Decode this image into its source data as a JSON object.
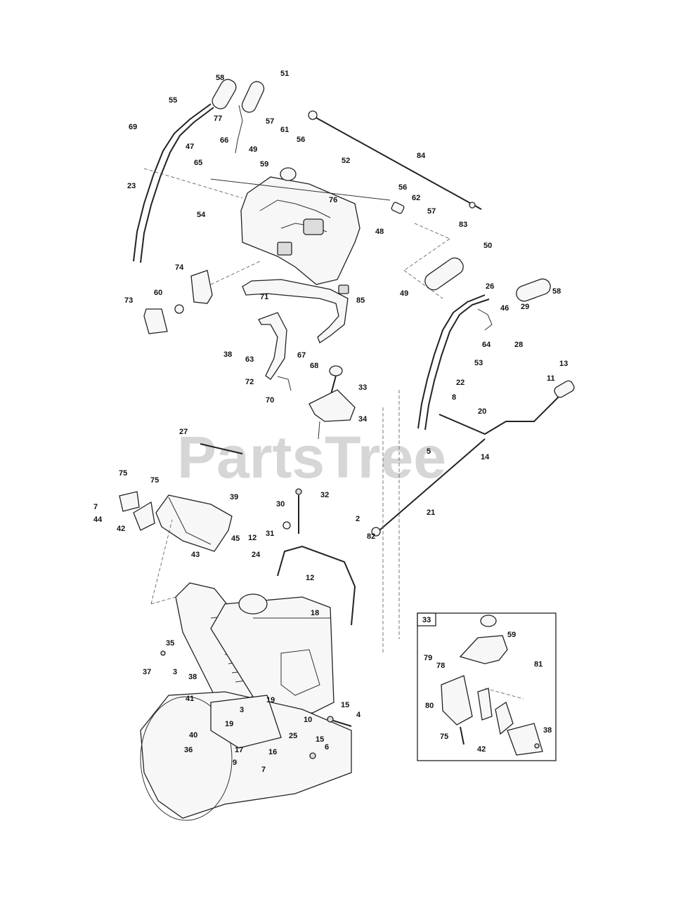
{
  "watermark": "PartsTree",
  "inset": {
    "label": "33"
  },
  "callouts": [
    {
      "id": "58a",
      "text": "58"
    },
    {
      "id": "51",
      "text": "51"
    },
    {
      "id": "55",
      "text": "55"
    },
    {
      "id": "77",
      "text": "77"
    },
    {
      "id": "69",
      "text": "69"
    },
    {
      "id": "57a",
      "text": "57"
    },
    {
      "id": "61",
      "text": "61"
    },
    {
      "id": "66",
      "text": "66"
    },
    {
      "id": "47",
      "text": "47"
    },
    {
      "id": "56a",
      "text": "56"
    },
    {
      "id": "84",
      "text": "84"
    },
    {
      "id": "49a",
      "text": "49"
    },
    {
      "id": "65",
      "text": "65"
    },
    {
      "id": "52",
      "text": "52"
    },
    {
      "id": "59a",
      "text": "59"
    },
    {
      "id": "23",
      "text": "23"
    },
    {
      "id": "56b",
      "text": "56"
    },
    {
      "id": "76",
      "text": "76"
    },
    {
      "id": "62",
      "text": "62"
    },
    {
      "id": "54",
      "text": "54"
    },
    {
      "id": "57b",
      "text": "57"
    },
    {
      "id": "83",
      "text": "83"
    },
    {
      "id": "48",
      "text": "48"
    },
    {
      "id": "50",
      "text": "50"
    },
    {
      "id": "74",
      "text": "74"
    },
    {
      "id": "26",
      "text": "26"
    },
    {
      "id": "58b",
      "text": "58"
    },
    {
      "id": "49b",
      "text": "49"
    },
    {
      "id": "46",
      "text": "46"
    },
    {
      "id": "60",
      "text": "60"
    },
    {
      "id": "71",
      "text": "71"
    },
    {
      "id": "85",
      "text": "85"
    },
    {
      "id": "73",
      "text": "73"
    },
    {
      "id": "29",
      "text": "29"
    },
    {
      "id": "28",
      "text": "28"
    },
    {
      "id": "64",
      "text": "64"
    },
    {
      "id": "38a",
      "text": "38"
    },
    {
      "id": "63",
      "text": "63"
    },
    {
      "id": "67",
      "text": "67"
    },
    {
      "id": "53",
      "text": "53"
    },
    {
      "id": "68",
      "text": "68"
    },
    {
      "id": "72",
      "text": "72"
    },
    {
      "id": "13",
      "text": "13"
    },
    {
      "id": "22",
      "text": "22"
    },
    {
      "id": "11",
      "text": "11"
    },
    {
      "id": "33",
      "text": "33"
    },
    {
      "id": "70",
      "text": "70"
    },
    {
      "id": "8",
      "text": "8"
    },
    {
      "id": "20",
      "text": "20"
    },
    {
      "id": "34",
      "text": "34"
    },
    {
      "id": "27",
      "text": "27"
    },
    {
      "id": "5",
      "text": "5"
    },
    {
      "id": "14",
      "text": "14"
    },
    {
      "id": "75a",
      "text": "75"
    },
    {
      "id": "75b",
      "text": "75"
    },
    {
      "id": "39",
      "text": "39"
    },
    {
      "id": "7a",
      "text": "7"
    },
    {
      "id": "30",
      "text": "30"
    },
    {
      "id": "32",
      "text": "32"
    },
    {
      "id": "44",
      "text": "44"
    },
    {
      "id": "21",
      "text": "21"
    },
    {
      "id": "42a",
      "text": "42"
    },
    {
      "id": "2",
      "text": "2"
    },
    {
      "id": "31",
      "text": "31"
    },
    {
      "id": "45",
      "text": "45"
    },
    {
      "id": "12a",
      "text": "12"
    },
    {
      "id": "43",
      "text": "43"
    },
    {
      "id": "82",
      "text": "82"
    },
    {
      "id": "24",
      "text": "24"
    },
    {
      "id": "12b",
      "text": "12"
    },
    {
      "id": "18",
      "text": "18"
    },
    {
      "id": "35a",
      "text": "35"
    },
    {
      "id": "37",
      "text": "37"
    },
    {
      "id": "3a",
      "text": "3"
    },
    {
      "id": "38b",
      "text": "38"
    },
    {
      "id": "41",
      "text": "41"
    },
    {
      "id": "19a",
      "text": "19"
    },
    {
      "id": "15a",
      "text": "15"
    },
    {
      "id": "4",
      "text": "4"
    },
    {
      "id": "3b",
      "text": "3"
    },
    {
      "id": "10",
      "text": "10"
    },
    {
      "id": "40",
      "text": "40"
    },
    {
      "id": "19b",
      "text": "19"
    },
    {
      "id": "25",
      "text": "25"
    },
    {
      "id": "15b",
      "text": "15"
    },
    {
      "id": "36",
      "text": "36"
    },
    {
      "id": "17",
      "text": "17"
    },
    {
      "id": "16",
      "text": "16"
    },
    {
      "id": "6",
      "text": "6"
    },
    {
      "id": "9",
      "text": "9"
    },
    {
      "id": "7b",
      "text": "7"
    },
    {
      "id": "i59",
      "text": "59"
    },
    {
      "id": "i79",
      "text": "79"
    },
    {
      "id": "i78",
      "text": "78"
    },
    {
      "id": "i81",
      "text": "81"
    },
    {
      "id": "i80",
      "text": "80"
    },
    {
      "id": "i75",
      "text": "75"
    },
    {
      "id": "i42",
      "text": "42"
    },
    {
      "id": "i38",
      "text": "38"
    }
  ]
}
